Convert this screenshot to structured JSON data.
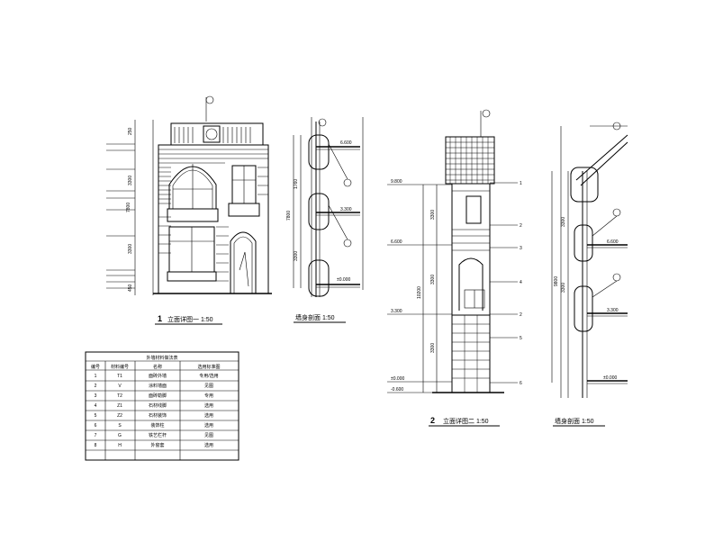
{
  "drawings": {
    "elevation_1": {
      "number": "1",
      "title": "立面详图一 1:50"
    },
    "section_1": {
      "title": "墙身剖面 1:50"
    },
    "elevation_2": {
      "number": "2",
      "title": "立面详图二 1:50"
    },
    "section_2": {
      "title": "墙身剖面 1:50"
    }
  },
  "elevation_1_dims": {
    "d1": "250",
    "d2": "3300",
    "d3": "3300",
    "d4": "450",
    "total": "7800"
  },
  "section_1_levels": {
    "l1": "6.600",
    "l2": "3.300",
    "l3": "±0.000"
  },
  "section_1_dims": {
    "d1": "1760",
    "d2": "3300",
    "total": "7800"
  },
  "elevation_2_levels": {
    "l1": "9.800",
    "l2": "6.600",
    "l3": "3.300",
    "l4": "±0.000",
    "l5": "-0.600"
  },
  "elevation_2_dims": {
    "d1": "3300",
    "d2": "3300",
    "d3": "3300",
    "total": "10200"
  },
  "elevation_2_callouts": [
    "1",
    "2",
    "3",
    "4",
    "2",
    "5",
    "6"
  ],
  "section_2_levels": {
    "l1": "6.600",
    "l2": "3.300",
    "l3": "±0.000"
  },
  "section_2_dims": {
    "d1": "3300",
    "d2": "3300",
    "total": "9800"
  },
  "table": {
    "title": "外墙材料做法表",
    "headers": [
      "编号",
      "材料编号",
      "名称",
      "选用标准图"
    ],
    "rows": [
      [
        "1",
        "T1",
        "面砖外墙",
        "专用/选用"
      ],
      [
        "2",
        "V",
        "涂料墙面",
        "见图"
      ],
      [
        "3",
        "T2",
        "面砖勒脚",
        "专用"
      ],
      [
        "4",
        "Z1",
        "石材线脚",
        "选用"
      ],
      [
        "5",
        "Z2",
        "石材装饰",
        "选用"
      ],
      [
        "6",
        "S",
        "装饰柱",
        "选用"
      ],
      [
        "7",
        "G",
        "铁艺栏杆",
        "见图"
      ],
      [
        "8",
        "H",
        "外窗套",
        "选用"
      ]
    ]
  }
}
